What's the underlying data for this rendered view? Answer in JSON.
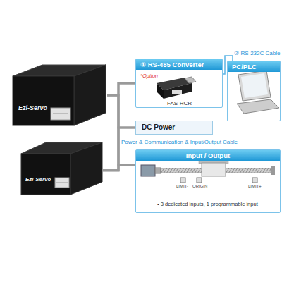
{
  "diagram": {
    "nodes": [
      {
        "text": [
          "Ezi-Servo"
        ]
      },
      {
        "text": [
          "① RS-485 Converter",
          "*Option",
          "FAS-RCR"
        ]
      },
      {
        "text": [
          "PC/PLC"
        ]
      },
      {
        "text": [
          "DC Power"
        ]
      },
      {
        "text": [
          "Ezi-Servo"
        ]
      },
      {
        "text": [
          "Input / Output",
          "• 3 dedicated inputs, 1 programmable input"
        ]
      }
    ],
    "edges": [
      {
        "from": 0,
        "to": 1,
        "arrow": "none"
      },
      {
        "from": 0,
        "to": 3,
        "arrow": "none"
      },
      {
        "from": 0,
        "to": 5,
        "arrow": "none"
      },
      {
        "from": 4,
        "to": 1,
        "arrow": "none"
      },
      {
        "from": 4,
        "to": 3,
        "arrow": "none"
      },
      {
        "from": 4,
        "to": 5,
        "arrow": "none"
      },
      {
        "from": 1,
        "to": 2,
        "label": "② RS-232C Cable",
        "arrow": "none"
      }
    ],
    "labels": [
      "Power & Communication & Input/Output Cable",
      "LIMIT-",
      "ORIGIN",
      "LIMIT+"
    ]
  }
}
